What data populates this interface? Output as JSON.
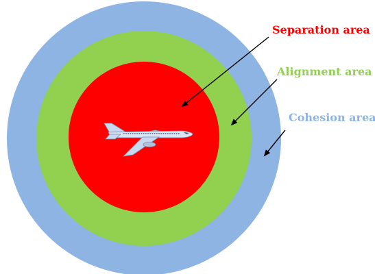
{
  "zones": {
    "cohesion": {
      "label": "Cohesion area",
      "color": "#8EB4E3"
    },
    "alignment": {
      "label": "Alignment area",
      "color": "#92D050"
    },
    "separation": {
      "label": "Separation area",
      "color": "#FF0000"
    }
  },
  "aircraft": {
    "icon": "airplane-icon",
    "color": "#C6D9F1"
  },
  "arrow_color": "#000000"
}
